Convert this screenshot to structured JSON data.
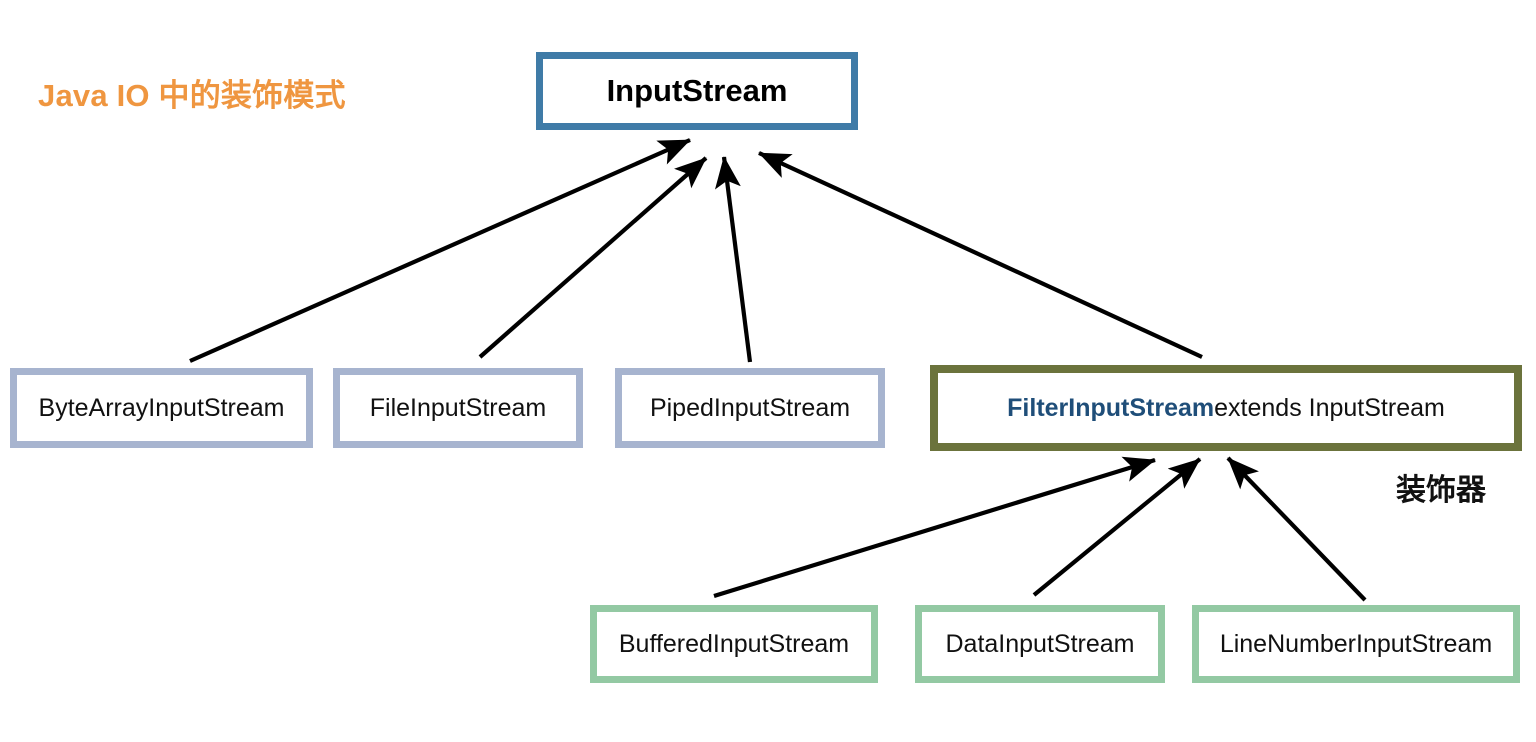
{
  "diagram": {
    "title": "Java IO 中的装饰模式",
    "title_color": "#ef9640",
    "annotation": "装饰器",
    "root": {
      "label": "InputStream",
      "border_color": "#3f7ba7"
    },
    "subclasses": [
      {
        "label": "ByteArrayInputStream",
        "border_color": "#a7b4cf"
      },
      {
        "label": "FileInputStream",
        "border_color": "#a7b4cf"
      },
      {
        "label": "PipedInputStream",
        "border_color": "#a7b4cf"
      }
    ],
    "filter": {
      "label_strong": "FilterInputStream",
      "label_rest": " extends InputStream",
      "border_color": "#6b733c",
      "strong_color": "#1f4e79"
    },
    "decorators": [
      {
        "label": "BufferedInputStream",
        "border_color": "#93c9a3"
      },
      {
        "label": "DataInputStream",
        "border_color": "#93c9a3"
      },
      {
        "label": "LineNumberInputStream",
        "border_color": "#93c9a3"
      }
    ],
    "arrow_color": "#000000"
  }
}
